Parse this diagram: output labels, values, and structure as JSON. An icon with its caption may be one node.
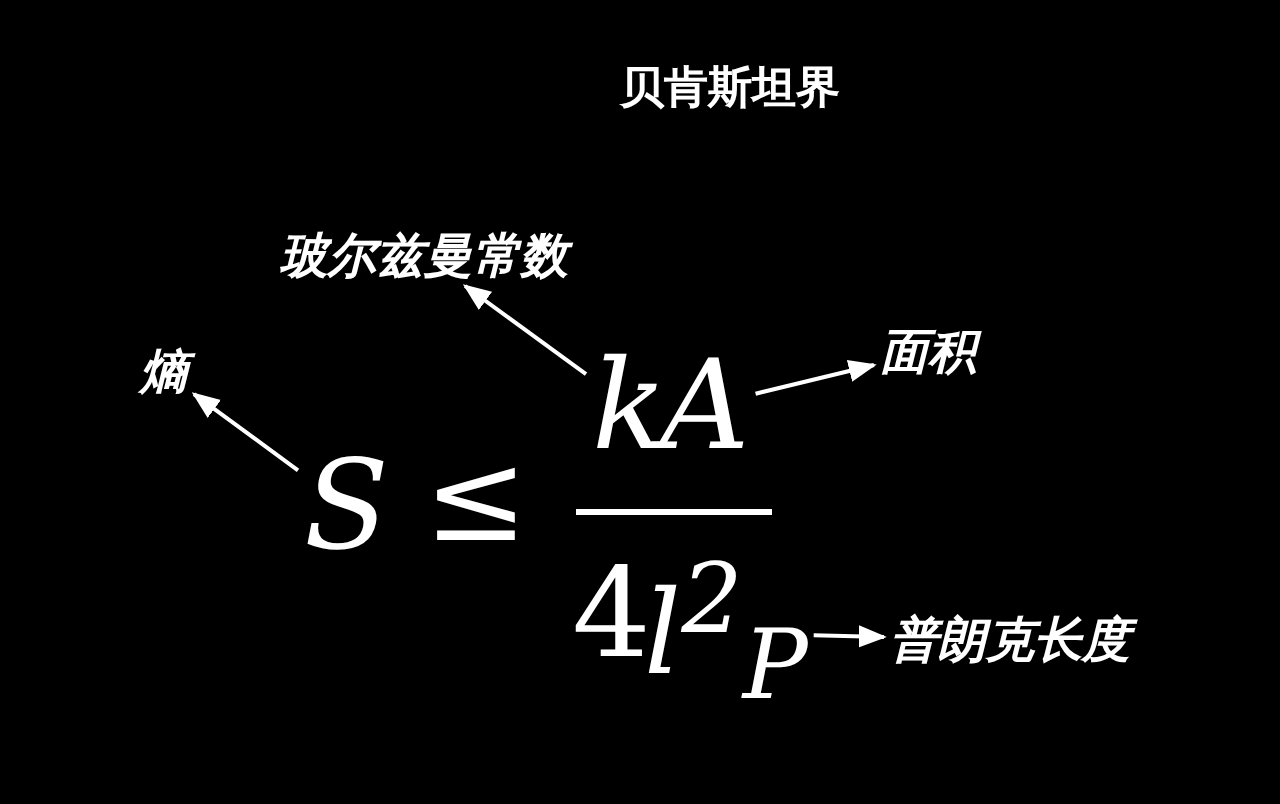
{
  "diagram": {
    "title": "贝肯斯坦界",
    "nodes": [
      {
        "text": [
          "玻尔兹曼常数"
        ]
      },
      {
        "text": [
          "熵"
        ]
      },
      {
        "text": [
          "面积"
        ]
      },
      {
        "text": [
          "S"
        ]
      },
      {
        "text": [
          "k"
        ]
      },
      {
        "text": [
          "A"
        ]
      },
      {
        "text": [
          "l$^{2}$$_{P}$"
        ]
      },
      {
        "text": [
          "普朗克长度"
        ]
      }
    ],
    "edges": [
      {
        "from": 3,
        "to": 1,
        "arrow": "to"
      },
      {
        "from": 4,
        "to": 0,
        "arrow": "to"
      },
      {
        "from": 5,
        "to": 2,
        "arrow": "to"
      },
      {
        "from": 6,
        "to": 7,
        "arrow": "to"
      }
    ],
    "labels": [
      "≤",
      "4"
    ]
  }
}
